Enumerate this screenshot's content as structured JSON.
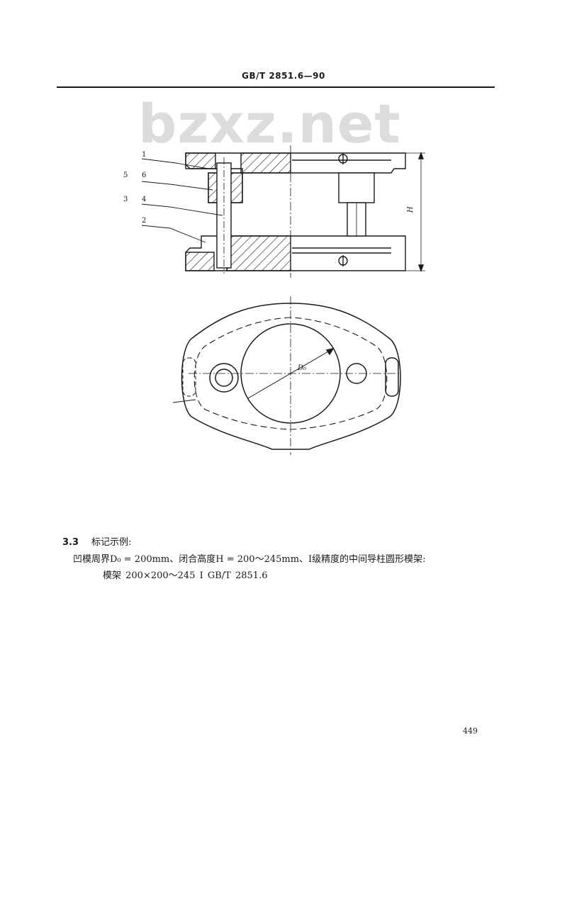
{
  "header": {
    "standard": "GB/T 2851.6—90"
  },
  "watermark": {
    "text": "bzxz.net"
  },
  "figure": {
    "callouts": [
      "1",
      "5",
      "6",
      "3",
      "4",
      "2"
    ],
    "dimension_h": "H",
    "dimension_d0": "D₀"
  },
  "section": {
    "number": "3.3",
    "title": "标记示例:",
    "line2": "凹模周界D₀ = 200mm、闭合高度H = 200～245mm、I级精度的中间导柱圆形模架:",
    "line3": "模架  200×200～245   I   GB/T 2851.6"
  },
  "page_number": "449",
  "colors": {
    "ink": "#1a1a1a",
    "watermark": "#dcdcdc"
  }
}
